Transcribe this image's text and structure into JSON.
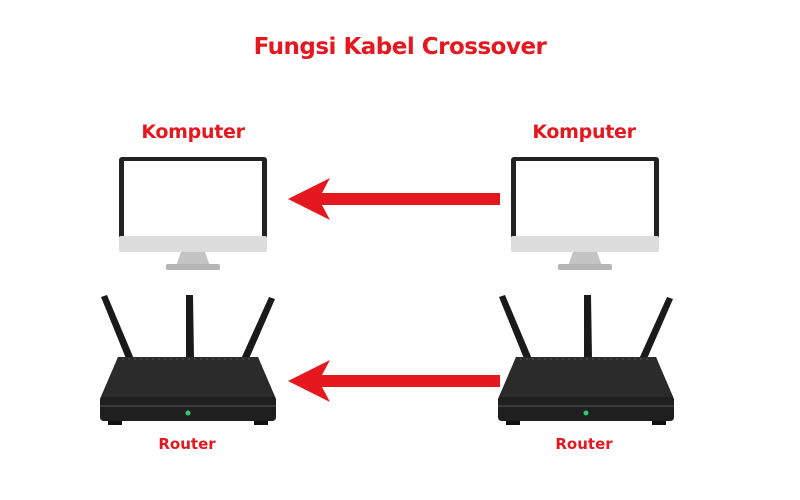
{
  "title": "Fungsi Kabel Crossover",
  "colors": {
    "accent": "#e5171f",
    "device": "#1c1c1c",
    "monitor_bezel": "#222222",
    "monitor_chin": "#dcdcdc",
    "monitor_stand": "#bdbdbd"
  },
  "left": {
    "computer_label": "Komputer",
    "router_label": "Router"
  },
  "right": {
    "computer_label": "Komputer",
    "router_label": "Router"
  },
  "arrows": [
    {
      "from": "right-computer",
      "to": "left-computer"
    },
    {
      "from": "right-router",
      "to": "left-router"
    }
  ]
}
